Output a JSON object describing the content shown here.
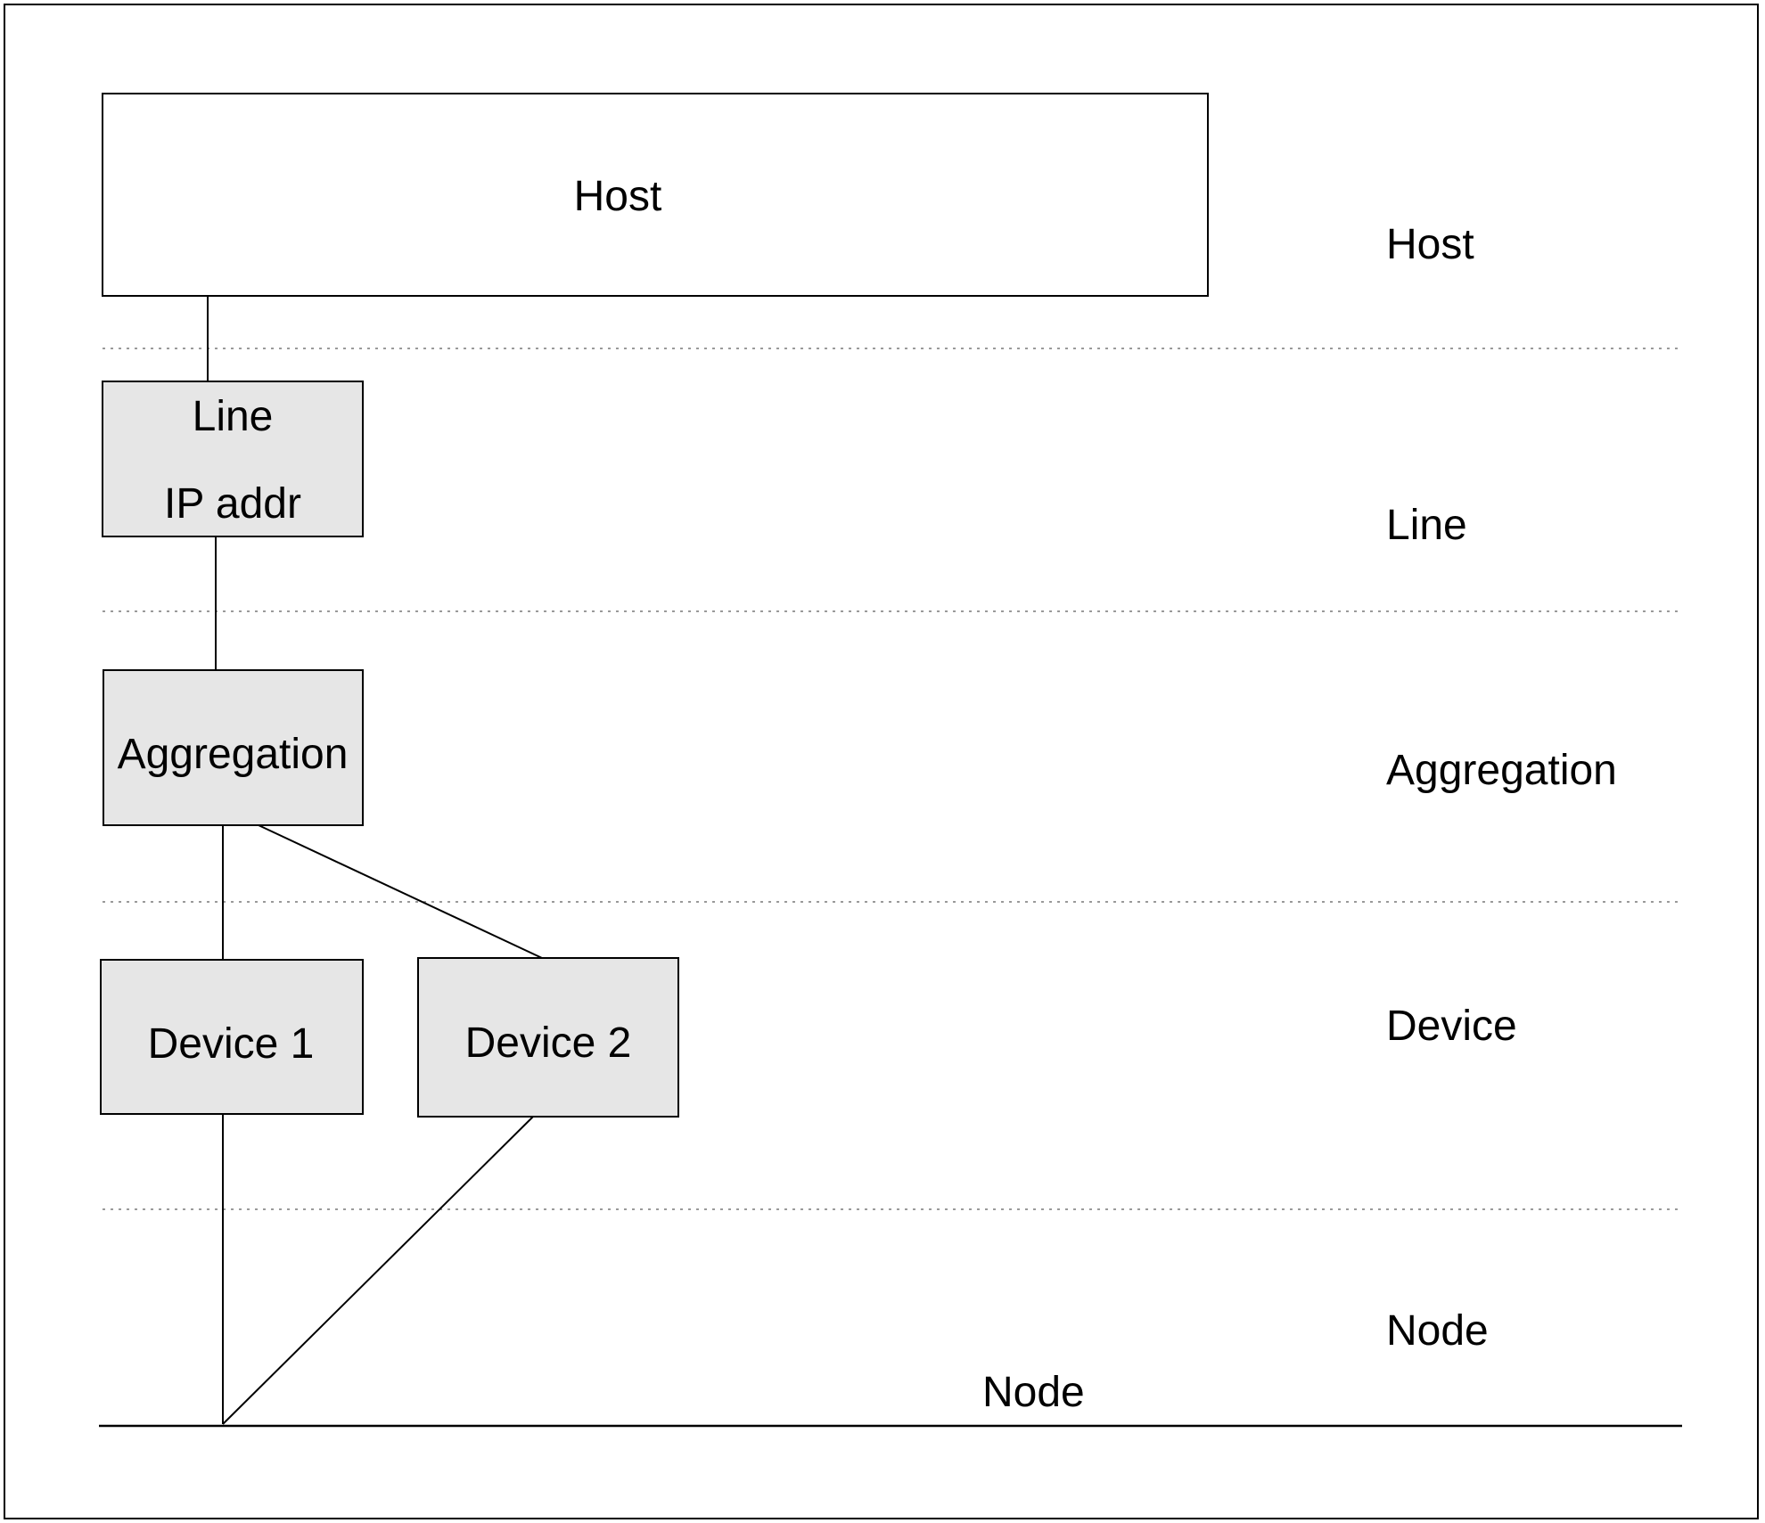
{
  "diagram": {
    "nodes": {
      "host": {
        "label": "Host"
      },
      "line": {
        "label": "Line",
        "sublabel": "IP addr"
      },
      "aggregation": {
        "label": "Aggregation"
      },
      "device1": {
        "label": "Device 1"
      },
      "device2": {
        "label": "Device 2"
      },
      "node_bus": {
        "label": "Node"
      }
    },
    "layers": [
      {
        "label": "Host"
      },
      {
        "label": "Line"
      },
      {
        "label": "Aggregation"
      },
      {
        "label": "Device"
      },
      {
        "label": "Node"
      }
    ],
    "edges": [
      {
        "from": "host",
        "to": "line"
      },
      {
        "from": "line",
        "to": "aggregation"
      },
      {
        "from": "aggregation",
        "to": "device1"
      },
      {
        "from": "aggregation",
        "to": "device2"
      },
      {
        "from": "device1",
        "to": "node_bus"
      },
      {
        "from": "device2",
        "to": "node_bus"
      }
    ],
    "colors": {
      "box_fill": "#e6e6e6",
      "host_fill": "#ffffff",
      "stroke": "#000000",
      "separator": "#9a9a9a"
    }
  }
}
